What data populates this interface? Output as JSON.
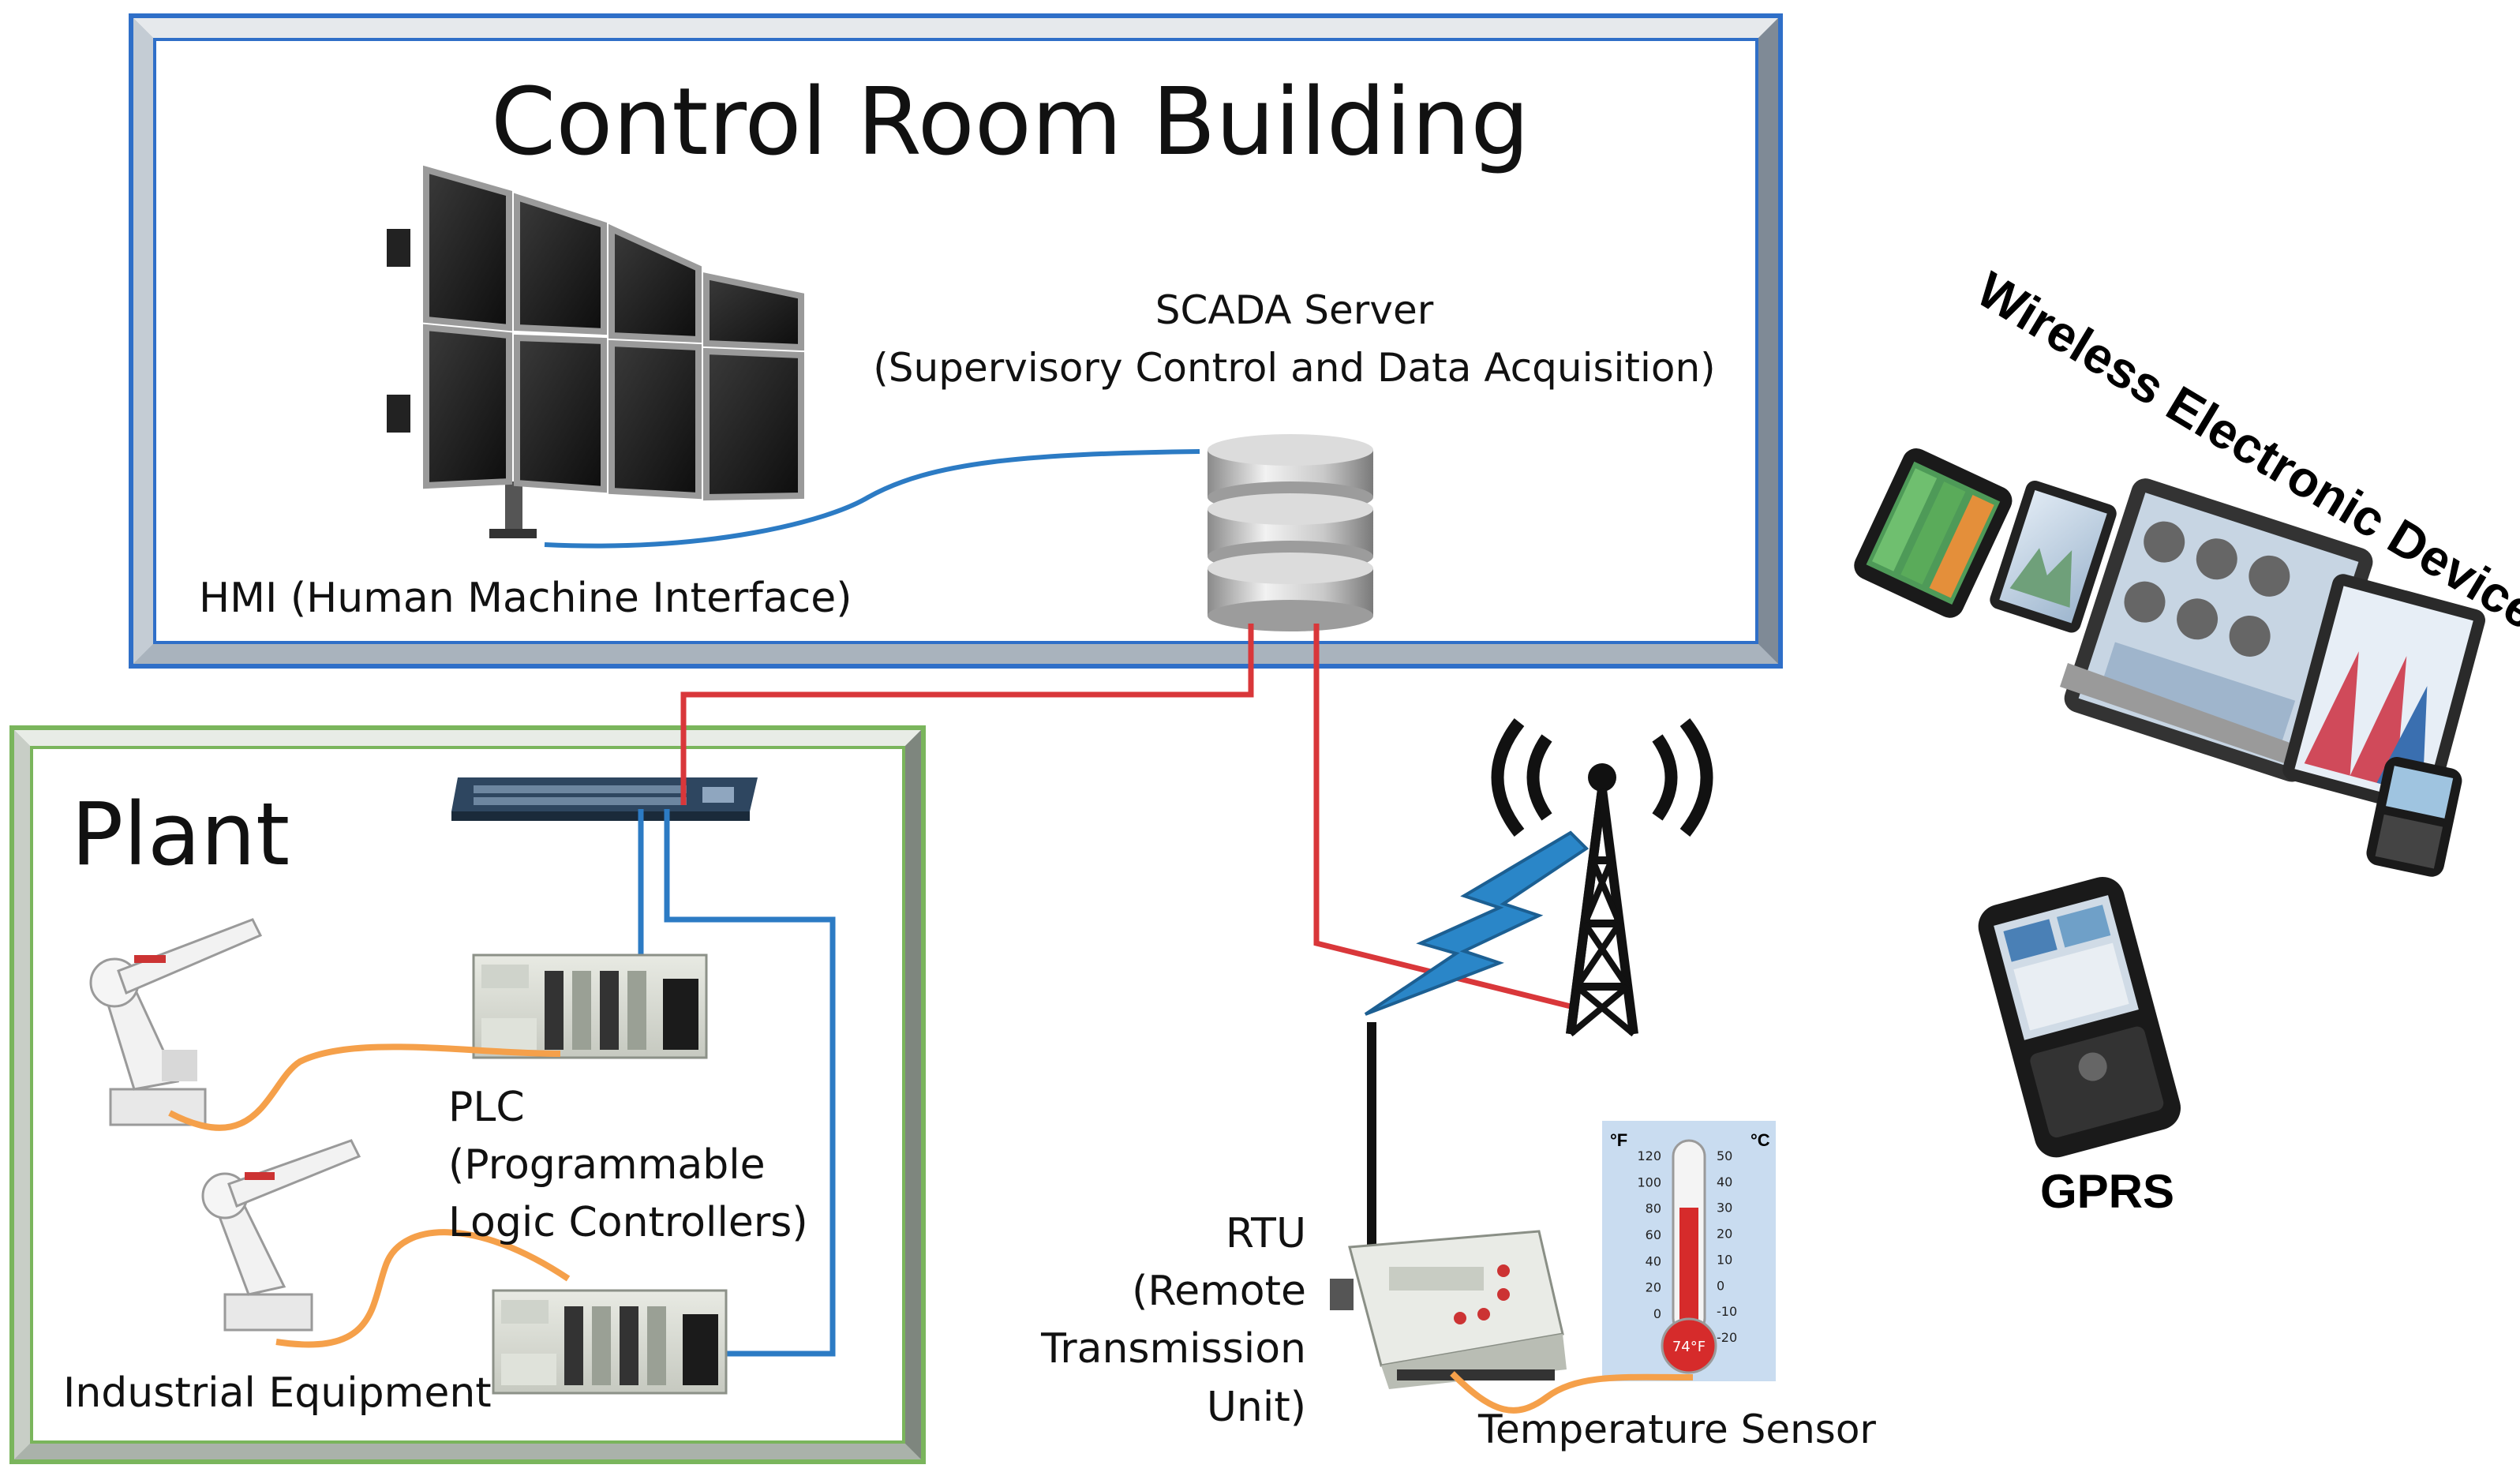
{
  "control_room": {
    "title": "Control Room Building",
    "hmi_label": "HMI (Human Machine Interface)",
    "scada_line1": "SCADA Server",
    "scada_line2": "(Supervisory Control and Data Acquisition)"
  },
  "plant": {
    "title": "Plant",
    "plc_line1": "PLC",
    "plc_line2": "(Programmable",
    "plc_line3": "Logic Controllers)",
    "equipment_label": "Industrial Equipment"
  },
  "field": {
    "rtu_line1": "RTU",
    "rtu_line2": "(Remote",
    "rtu_line3": "Transmission",
    "rtu_line4": "Unit)",
    "sensor_label": "Temperature Sensor",
    "thermo_unit_f": "°F",
    "thermo_unit_c": "°C",
    "thermo_f_ticks": [
      "120",
      "100",
      "80",
      "60",
      "40",
      "20",
      "0"
    ],
    "thermo_c_ticks": [
      "50",
      "40",
      "30",
      "20",
      "10",
      "0",
      "-10",
      "-20"
    ],
    "thermo_reading": "74°F"
  },
  "wireless": {
    "devices_label": "Wireless Electronic Devices",
    "gprs_label": "GPRS"
  },
  "colors": {
    "control_room_border": "#2f6fc8",
    "plant_border": "#7ab55c",
    "ethernet_red": "#d9373a",
    "ethernet_blue": "#2c7bc4",
    "serial_orange": "#f5a04a",
    "lightning_blue": "#2a86c8"
  }
}
